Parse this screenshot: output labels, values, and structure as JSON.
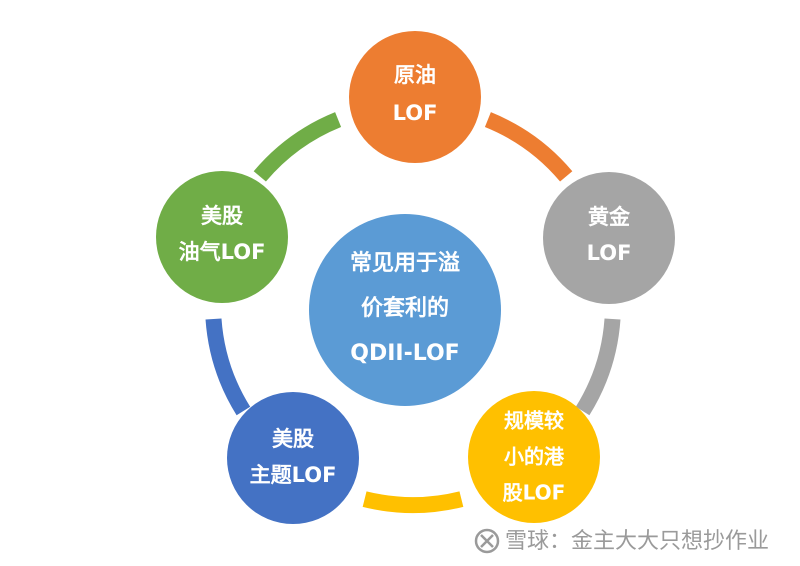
{
  "center": {
    "lines": [
      "常见用于溢",
      "价套利的",
      "QDII-LOF"
    ],
    "color": "#5B9BD5"
  },
  "nodes": [
    {
      "id": "crude-oil",
      "lines": [
        "原油",
        "LOF"
      ],
      "color": "#ED7D31"
    },
    {
      "id": "gold",
      "lines": [
        "黄金",
        "LOF"
      ],
      "color": "#A5A5A5"
    },
    {
      "id": "small-hk",
      "lines": [
        "规模较",
        "小的港",
        "股LOF"
      ],
      "color": "#FFC000"
    },
    {
      "id": "us-theme",
      "lines": [
        "美股",
        "主题LOF"
      ],
      "color": "#4472C4"
    },
    {
      "id": "us-oil-gas",
      "lines": [
        "美股",
        "油气LOF"
      ],
      "color": "#70AD47"
    }
  ],
  "watermark": {
    "text": "雪球：金主大大只想抄作业",
    "color": "#9a9a9a"
  }
}
